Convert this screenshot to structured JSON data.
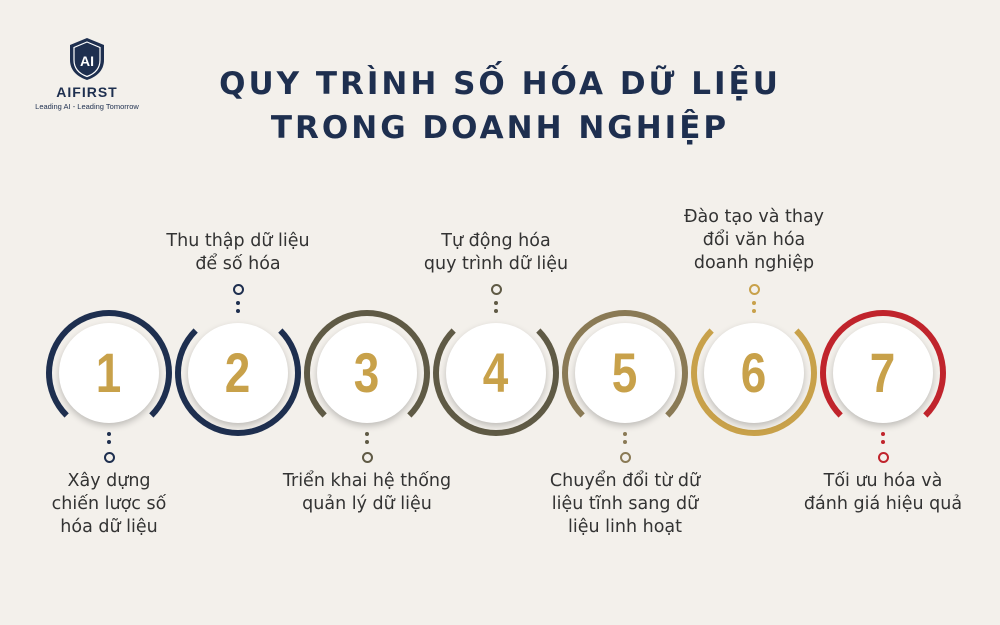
{
  "logo": {
    "mark_text": "AI",
    "brand": "AIFIRST",
    "tagline": "Leading AI - Leading Tomorrow"
  },
  "title_lines": [
    "QUY TRÌNH SỐ HÓA DỮ LIỆU",
    "TRONG DOANH NGHIỆP"
  ],
  "colors": {
    "navy": "#1e2f4f",
    "olive": "#5f5a45",
    "bronze": "#8a7a55",
    "gold": "#c8a14a",
    "red": "#c0242c",
    "number": "#c8a14a"
  },
  "steps": [
    {
      "number": "1",
      "label": "Xây dựng\nchiến lược số\nhóa dữ liệu"
    },
    {
      "number": "2",
      "label": "Thu thập dữ liệu\nđể số hóa"
    },
    {
      "number": "3",
      "label": "Triển khai hệ thống\nquản lý dữ liệu"
    },
    {
      "number": "4",
      "label": "Tự động hóa\nquy trình dữ liệu"
    },
    {
      "number": "5",
      "label": "Chuyển đổi từ dữ\nliệu tĩnh sang dữ\nliệu linh hoạt"
    },
    {
      "number": "6",
      "label": "Đào tạo và thay\nđổi văn hóa\ndoanh nghiệp"
    },
    {
      "number": "7",
      "label": "Tối ưu hóa và\nđánh giá hiệu quả"
    }
  ]
}
